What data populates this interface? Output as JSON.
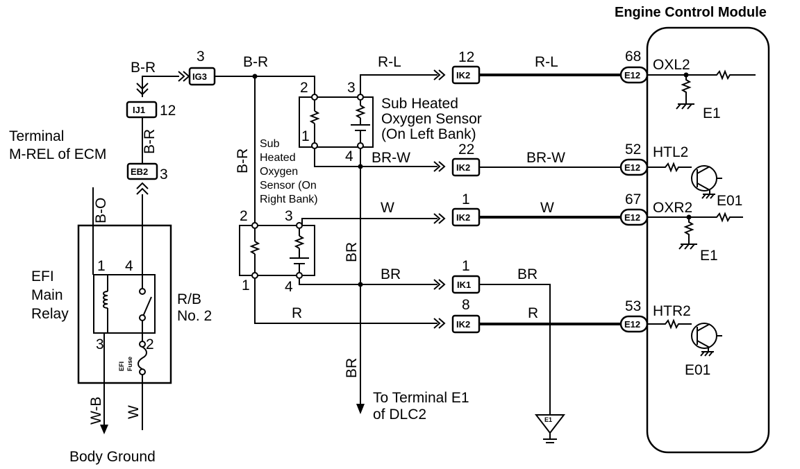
{
  "ecm": {
    "title": "Engine Control Module",
    "pins": [
      {
        "num": "68",
        "conn": "E12",
        "signal": "OXL2"
      },
      {
        "num": "52",
        "conn": "E12",
        "signal": "HTL2"
      },
      {
        "num": "67",
        "conn": "E12",
        "signal": "OXR2"
      },
      {
        "num": "53",
        "conn": "E12",
        "signal": "HTR2"
      }
    ],
    "grounds": [
      "E1",
      "E1",
      "E01",
      "E01"
    ]
  },
  "left": {
    "terminal_line1": "Terminal",
    "terminal_line2": "M-REL of ECM",
    "efi_relay": [
      "EFI",
      "Main",
      "Relay"
    ],
    "rb": [
      "R/B",
      "No. 2"
    ],
    "efi_fuse": [
      "EFI",
      "Fuse"
    ],
    "relay_pins": [
      "1",
      "4",
      "3",
      "2"
    ],
    "body_ground": "Body Ground",
    "wire_bo": "B-O",
    "wire_br_v": "B-R",
    "wire_br_h": "B-R",
    "wire_wb": "W-B",
    "wire_w": "W"
  },
  "connectors": {
    "ij1": {
      "name": "IJ1",
      "num": "12"
    },
    "eb2": {
      "name": "EB2",
      "num": "3"
    },
    "ig3": {
      "name": "IG3",
      "num": "3"
    },
    "ik2_a": {
      "name": "IK2",
      "num": "12"
    },
    "ik2_b": {
      "name": "IK2",
      "num": "22"
    },
    "ik2_c": {
      "name": "IK2",
      "num": "1"
    },
    "ik1": {
      "name": "IK1",
      "num": "1"
    },
    "ik2_d": {
      "name": "IK2",
      "num": "8"
    },
    "e1": "E1"
  },
  "wires": {
    "br_main": "B-R",
    "br_vertical": "B-R",
    "rl_1": "R-L",
    "rl_2": "R-L",
    "brw_1": "BR-W",
    "brw_2": "BR-W",
    "w_1": "W",
    "w_2": "W",
    "br_1": "BR",
    "br_2": "BR",
    "br_v1": "BR",
    "br_v2": "BR",
    "r_1": "R",
    "r_2": "R"
  },
  "sensors": {
    "left": [
      "Sub Heated",
      "Oxygen Sensor",
      "(On Left Bank)"
    ],
    "left_pins": [
      "2",
      "3",
      "1",
      "4"
    ],
    "right": [
      "Sub",
      "Heated",
      "Oxygen",
      "Sensor (On",
      "Right Bank)"
    ],
    "right_pins": [
      "2",
      "3",
      "1",
      "4"
    ]
  },
  "terminal_e1": [
    "To Terminal E1",
    "of DLC2"
  ]
}
